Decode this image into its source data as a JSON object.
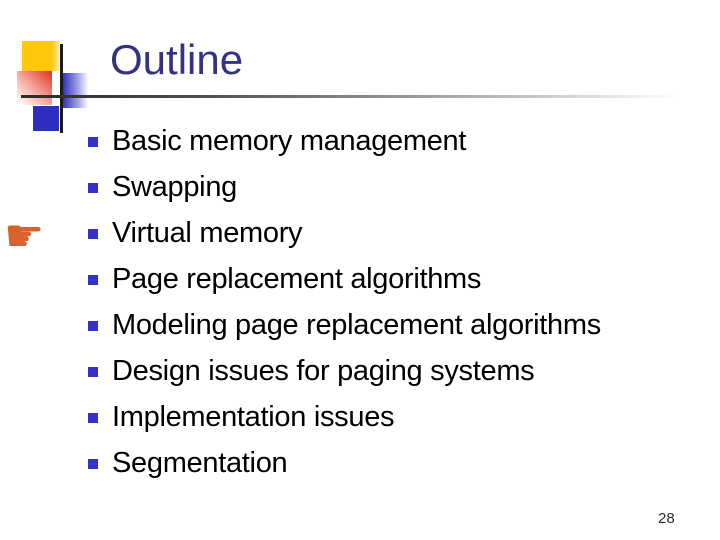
{
  "slide": {
    "title": "Outline",
    "bullets": [
      "Basic memory management",
      "Swapping",
      "Virtual memory",
      "Page replacement algorithms",
      "Modeling page replacement algorithms",
      "Design issues for paging systems",
      "Implementation issues",
      "Segmentation"
    ],
    "page_number": "28"
  },
  "icons": {
    "pointing_hand_glyph": "☛",
    "bullet_shape": "blue-square"
  },
  "colors": {
    "background": "#ffffff",
    "title_text": "#33337f",
    "body_text": "#000000",
    "bullet_square": "#3232c8",
    "decor_yellow": "#ffc60a",
    "decor_red": "#e23b2e",
    "decor_blue_solid": "#2e2ec0",
    "decor_blue_gradient": "#2d2dbe",
    "hand_orange": "#d8612c",
    "rule_dark": "#2b2b2b"
  }
}
